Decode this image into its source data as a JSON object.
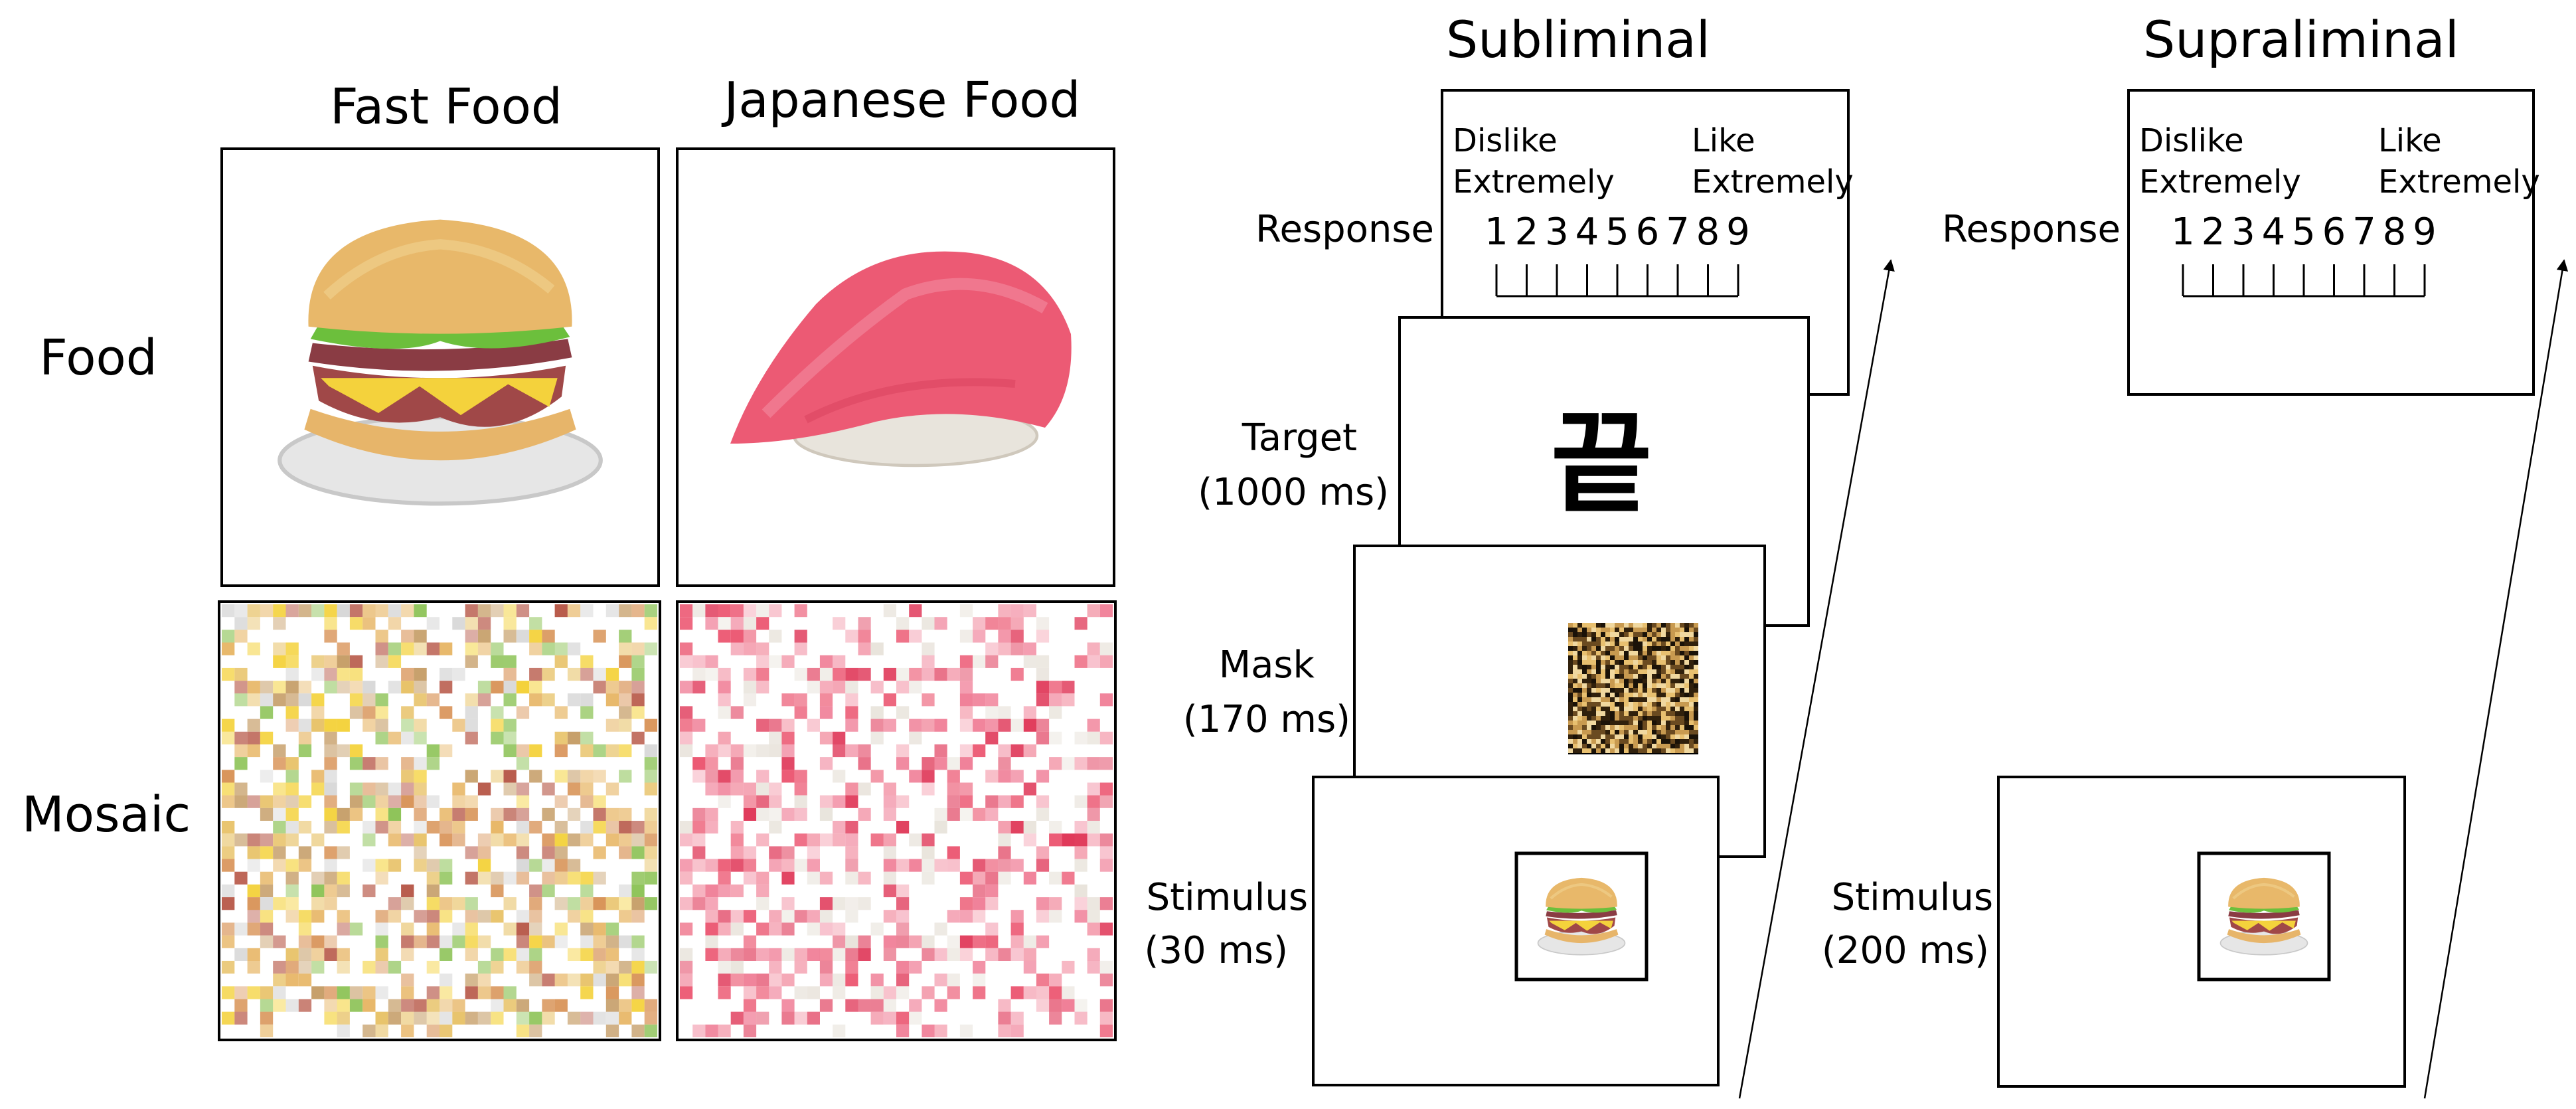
{
  "left_panel": {
    "column_headers": [
      "Fast Food",
      "Japanese Food"
    ],
    "row_labels": [
      "Food",
      "Mosaic"
    ]
  },
  "subliminal": {
    "title": "Subliminal",
    "screens": [
      {
        "label": "Response",
        "duration": ""
      },
      {
        "label": "Target",
        "duration": "(1000 ms)"
      },
      {
        "label": "Mask",
        "duration": "(170 ms)"
      },
      {
        "label": "Stimulus",
        "duration": "(30 ms)"
      }
    ]
  },
  "supraliminal": {
    "title": "Supraliminal",
    "screens": [
      {
        "label": "Response",
        "duration": ""
      },
      {
        "label": "Stimulus",
        "duration": "(200 ms)"
      }
    ]
  },
  "scale": {
    "left_anchor": [
      "Dislike",
      "Extremely"
    ],
    "right_anchor": [
      "Like",
      "Extremely"
    ],
    "numbers": [
      "1",
      "2",
      "3",
      "4",
      "5",
      "6",
      "7",
      "8",
      "9"
    ]
  },
  "target_glyph": "끝",
  "colors": {
    "burger_bun": "#e8b86a",
    "burger_patty": "#a04848",
    "burger_lettuce": "#6cbf3c",
    "burger_cheese": "#f4d23c",
    "plate": "#e6e6e6",
    "tuna": "#ec5a74",
    "rice": "#e8e4dc",
    "mosaic_fast": [
      "#e8b86a",
      "#d9955a",
      "#b85a4a",
      "#f4d23c",
      "#e8c36a",
      "#c7a06b",
      "#8fc45a",
      "#d8d8d8"
    ],
    "mosaic_japanese": [
      "#ec5a74",
      "#f08098",
      "#e03a5a",
      "#f4a0b0",
      "#e9e4dc"
    ],
    "mask_noise": [
      "#1a1208",
      "#c89a50",
      "#e8c070",
      "#6a4a20",
      "#f0d8a0",
      "#30200c"
    ]
  }
}
